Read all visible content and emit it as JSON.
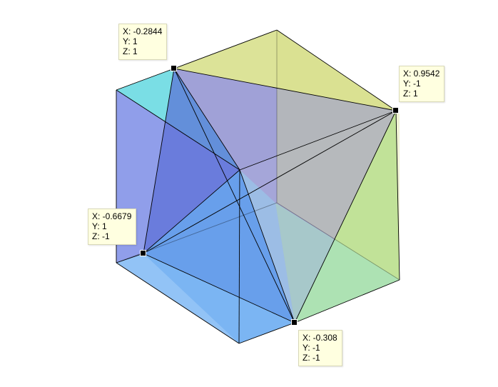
{
  "figure": {
    "background": "#ffffff",
    "edge_color": "#000000",
    "face_colors": {
      "yellow": "#d6de86",
      "cyan": "#63d8e0",
      "violet": "#7d8de6",
      "indigo": "#5a6ed6",
      "blue": "#4d8ee8",
      "lightblue": "#7fb8f4",
      "purple": "#8f90d0",
      "green": "#a8e090",
      "mint": "#a8e0c0",
      "sky": "#96d0ee"
    }
  },
  "datatips": [
    {
      "id": "tip1",
      "x": "X: -0.2844",
      "y": "Y: 1",
      "z": "Z: 1"
    },
    {
      "id": "tip2",
      "x": "X: 0.9542",
      "y": "Y: -1",
      "z": "Z: 1"
    },
    {
      "id": "tip3",
      "x": "X: -0.6679",
      "y": "Y: 1",
      "z": "Z: -1"
    },
    {
      "id": "tip4",
      "x": "X: -0.308",
      "y": "Y: -1",
      "z": "Z: -1"
    }
  ]
}
